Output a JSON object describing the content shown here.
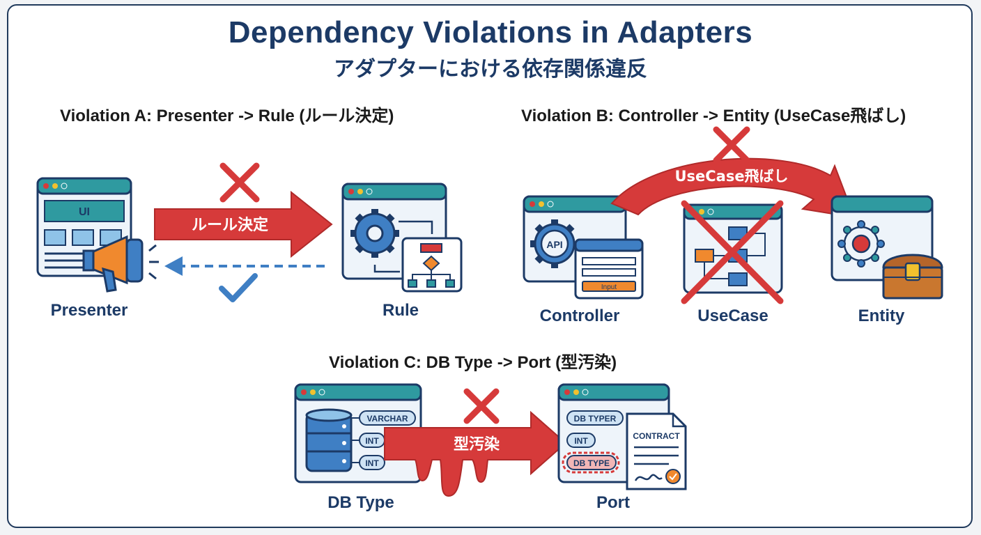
{
  "title": "Dependency Violations in Adapters",
  "subtitle": "アダプターにおける依存関係違反",
  "violation_a": {
    "heading": "Violation A: Presenter -> Rule (ルール決定)",
    "arrow_label": "ルール決定",
    "left_label": "Presenter",
    "right_label": "Rule",
    "ui_box_label": "UI"
  },
  "violation_b": {
    "heading": "Violation B: Controller -> Entity (UseCase飛ばし)",
    "arrow_label": "UseCase飛ばし",
    "labels": [
      "Controller",
      "UseCase",
      "Entity"
    ],
    "api_label": "API",
    "input_label": "Input"
  },
  "violation_c": {
    "heading": "Violation C: DB Type -> Port (型汚染)",
    "arrow_label": "型汚染",
    "left_label": "DB Type",
    "right_label": "Port",
    "db_chips": [
      "VARCHAR",
      "INT",
      "INT"
    ],
    "port_chips": [
      "DB TYPER",
      "INT",
      "DB TYPE"
    ],
    "contract_label": "CONTRACT"
  },
  "colors": {
    "navy": "#1c3a66",
    "teal": "#2f9aa0",
    "red": "#d63a3a",
    "blue": "#3f7fc4",
    "orange": "#f0892e"
  }
}
